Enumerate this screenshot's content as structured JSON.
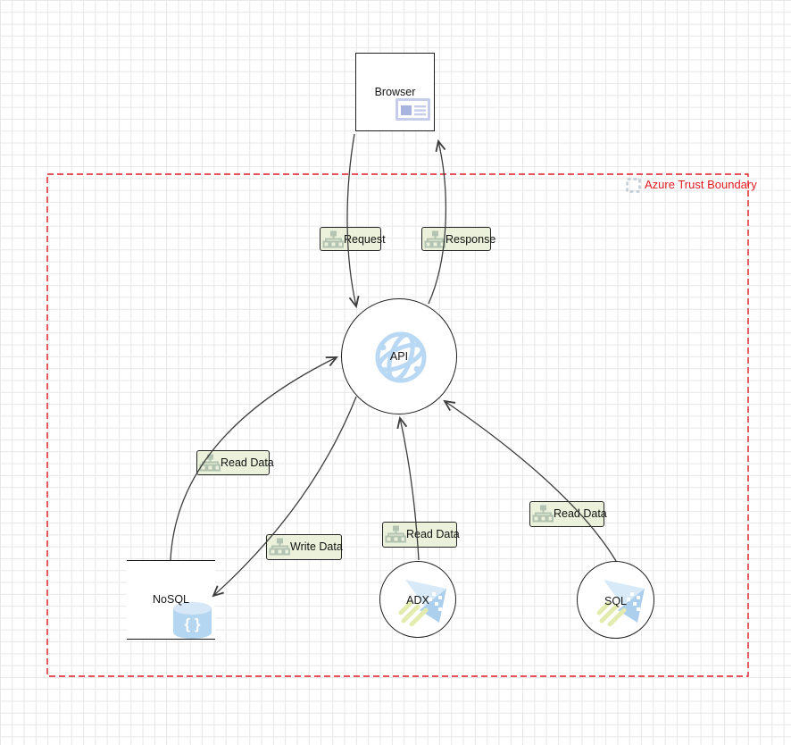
{
  "diagram": {
    "boundary": {
      "label": "Azure Trust Boundary"
    },
    "nodes": {
      "browser": {
        "label": "Browser"
      },
      "api": {
        "label": "API"
      },
      "nosql": {
        "label": "NoSQL",
        "icon_glyph": "{ }"
      },
      "adx": {
        "label": "ADX"
      },
      "sql": {
        "label": "SQL"
      }
    },
    "flows": [
      {
        "label": "Request",
        "from": "Browser",
        "to": "API"
      },
      {
        "label": "Response",
        "from": "API",
        "to": "Browser"
      },
      {
        "label": "Read Data",
        "from": "NoSQL",
        "to": "API"
      },
      {
        "label": "Write Data",
        "from": "API",
        "to": "NoSQL"
      },
      {
        "label": "Read Data",
        "from": "ADX",
        "to": "API"
      },
      {
        "label": "Read Data",
        "from": "SQL",
        "to": "API"
      }
    ],
    "colors": {
      "boundary_red": "#e11b22",
      "flow_label_bg": "#eaf0d9",
      "flow_line": "#3d3d3d",
      "stencil_blue": "#b5d7f1",
      "grid": "#e7e7e7"
    }
  }
}
